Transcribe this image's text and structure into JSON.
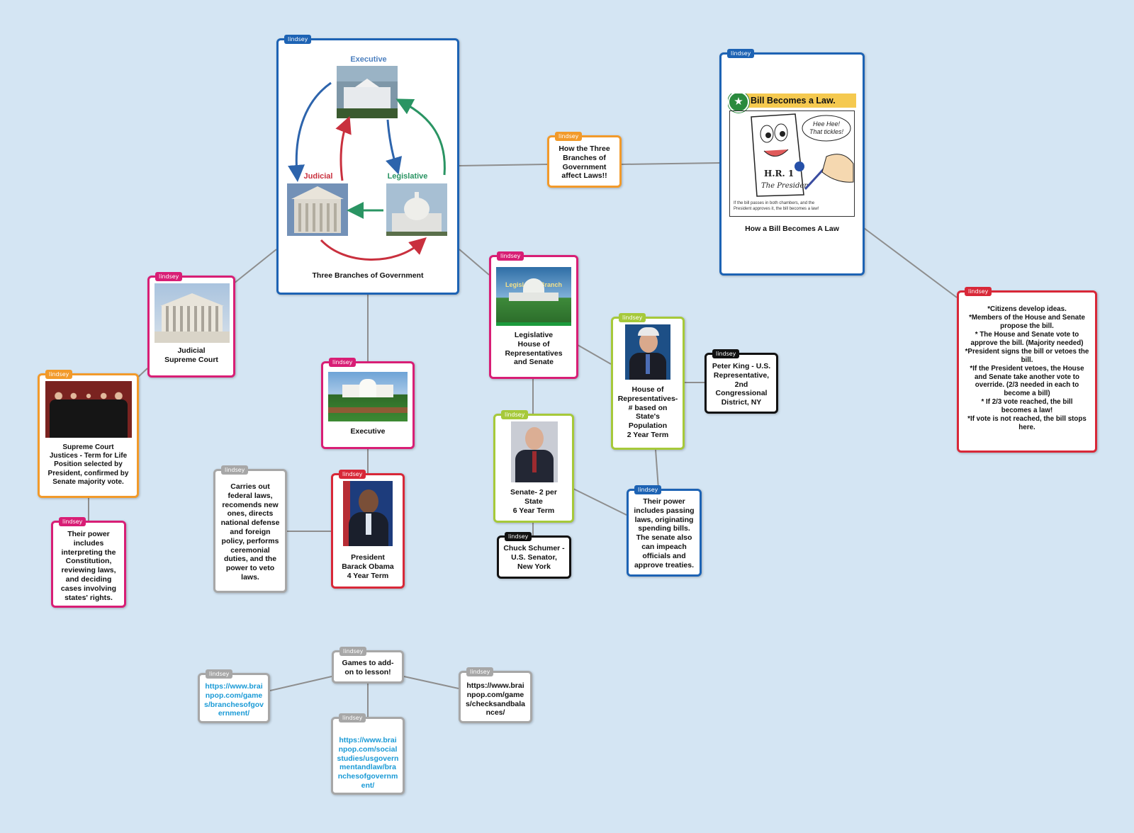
{
  "author_tag": "lindsey",
  "nodes": {
    "three_branches": {
      "label": "Three Branches of Government",
      "diagram_labels": {
        "executive": "Executive",
        "judicial": "Judicial",
        "legislative": "Legislative"
      }
    },
    "how_affect": {
      "label": "How the Three\nBranches of\nGovernment\naffect Laws!!"
    },
    "bill_law": {
      "label": "How a Bill Becomes A Law",
      "comic_title": "Bill Becomes a Law.",
      "bubble": "Hee Hee!\nThat tickles!",
      "doc_text": "H.R. 1",
      "sign_text": "The Presiden",
      "caption": "If the bill passes in both chambers, and the\nPresident approves it, the bill becomes a law!"
    },
    "bill_steps": {
      "label": "*Citizens develop ideas.\n*Members of the House and Senate\npropose the bill.\n* The House and Senate vote to\napprove the bill. (Majority needed)\n*President signs the bill or vetoes the\nbill.\n*If the President vetoes, the House\nand Senate take another vote to\noverride. (2/3 needed in each to\nbecome a bill)\n* If 2/3 vote reached, the bill\nbecomes a law!\n*If vote is not reached, the bill stops\nhere."
    },
    "judicial": {
      "label": "Judicial\nSupreme Court"
    },
    "justices": {
      "label": "Supreme Court\nJustices - Term for Life\nPosition selected by\nPresident, confirmed by\nSenate majority vote."
    },
    "judicial_power": {
      "label": "Their power\nincludes\ninterpreting the\nConstitution,\nreviewing laws,\nand deciding\ncases involving\nstates' rights."
    },
    "executive": {
      "label": "Executive"
    },
    "president": {
      "label": "President\nBarack Obama\n4 Year Term"
    },
    "exec_power": {
      "label": "Carries out\nfederal laws,\nrecomends new\nones, directs\nnational defense\nand foreign\npolicy, performs\nceremonial\nduties, and the\npower to veto\nlaws."
    },
    "legislative": {
      "label": "Legislative\nHouse of\nRepresentatives\nand Senate",
      "banner": "Legislative Branch"
    },
    "house": {
      "label": "House of\nRepresentatives-\n# based on\nState's\nPopulation\n2 Year Term"
    },
    "peter_king": {
      "label": "Peter King - U.S.\nRepresentative,\n2nd\nCongressional\nDistrict, NY"
    },
    "senate": {
      "label": "Senate- 2 per\nState\n6 Year Term"
    },
    "schumer": {
      "label": "Chuck Schumer -\nU.S. Senator,\nNew York"
    },
    "leg_power": {
      "label": "Their power\nincludes passing\nlaws, originating\nspending bills.\nThe senate also\ncan impeach\nofficials and\napprove treaties."
    },
    "games": {
      "label": "Games to add-\non to lesson!"
    },
    "game_link1": {
      "label": "https://www.brai\nnpop.com/game\ns/branchesofgov\nernment/"
    },
    "game_link2": {
      "label": "https://www.brai\nnpop.com/social\nstudies/usgovern\nmentandlaw/bra\nnchesofgovernm\nent/"
    },
    "game_link3": {
      "label": "https://www.brai\nnpop.com/game\ns/checksandbala\nnces/"
    }
  },
  "colors": {
    "background": "#d4e5f3",
    "blue": "#1d63b4",
    "pink": "#d81e75",
    "orange": "#f29a2a",
    "red": "#d82838",
    "green": "#a6c93a",
    "black": "#111111",
    "gray": "#a7a7a7",
    "link": "#1a9ad6",
    "edge": "#8e8e8e"
  }
}
